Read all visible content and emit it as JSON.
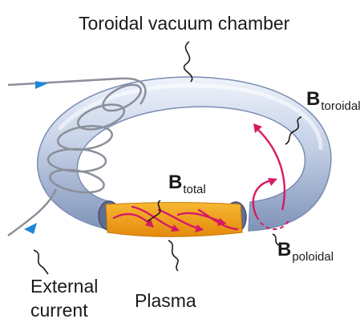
{
  "labels": {
    "chamber": "Toroidal vacuum chamber",
    "b_toroidal": {
      "symbol": "B",
      "subscript": "toroidal"
    },
    "b_total": {
      "symbol": "B",
      "subscript": "total"
    },
    "b_poloidal": {
      "symbol": "B",
      "subscript": "poloidal"
    },
    "external_current": [
      "External",
      "current"
    ],
    "plasma": "Plasma"
  },
  "colors": {
    "tube_light": "#dce5f3",
    "tube_mid": "#a8b8d5",
    "tube_dark": "#7286ad",
    "plasma": "#f0a21c",
    "field_lines": "#d61a63",
    "coil_wire": "#8a8f99",
    "current_arrow": "#1e88d8",
    "text": "#1a1a1a"
  }
}
